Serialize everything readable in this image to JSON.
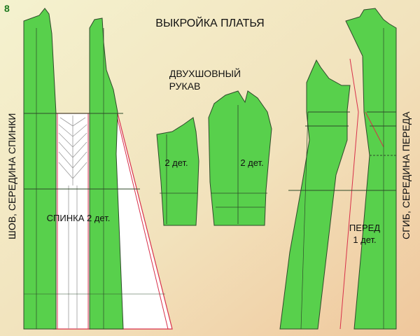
{
  "page_number": "8",
  "title": "ВЫКРОЙКА ПЛАТЬЯ",
  "sleeve_title": {
    "line1": "ДВУХШОВНЫЙ",
    "line2": "РУКАВ"
  },
  "back": {
    "side_label": "ШОВ, СЕРЕДИНА СПИНКИ",
    "piece_label": "СПИНКА 2 дет."
  },
  "sleeve": {
    "small_piece_label": "2 дет.",
    "large_piece_label": "2 дет."
  },
  "front": {
    "piece_label_line1": "ПЕРЕД",
    "piece_label_line2": "1 дет.",
    "side_label": "СГИБ, СЕРЕДИНА ПЕРЕДА"
  },
  "colors": {
    "pattern_green": "#58d04c",
    "outline": "#2e4a2a",
    "red_line": "#d8304a",
    "background_light": "#f3efc6",
    "background_warm": "#f2cfa6",
    "page_number": "#1e7a1e",
    "text": "#111111"
  }
}
